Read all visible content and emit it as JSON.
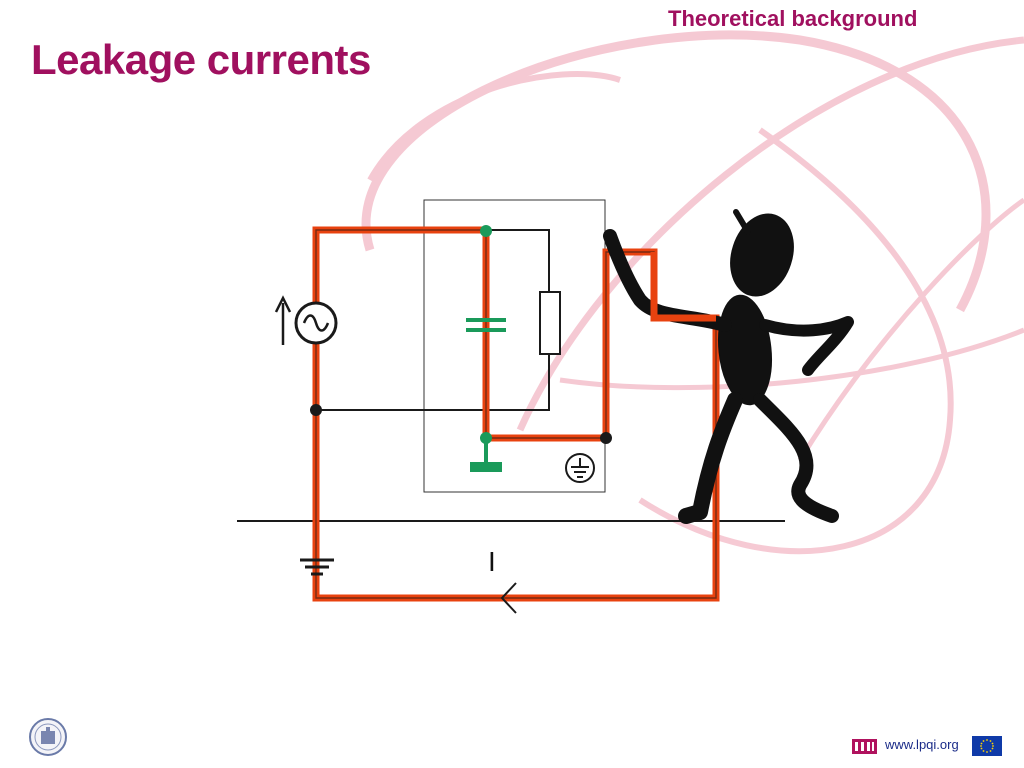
{
  "slide": {
    "header": "Theoretical background",
    "title": "Leakage currents"
  },
  "diagram": {
    "current_label": "I"
  },
  "footer": {
    "url": "www.lpqi.org"
  },
  "colors": {
    "title": "#a0105f",
    "current_path": "#e8420f",
    "wire": "#1a1a1a",
    "node_green": "#1a9a5a",
    "background_swirl": "#f2b8c6",
    "eu_flag": "#0f3aa8"
  },
  "icons": [
    "ac-source-icon",
    "capacitor-icon",
    "resistor-icon",
    "ground-icon",
    "protective-earth-icon",
    "stick-figure",
    "lpqi-logo",
    "eu-flag-icon",
    "university-seal-logo"
  ]
}
